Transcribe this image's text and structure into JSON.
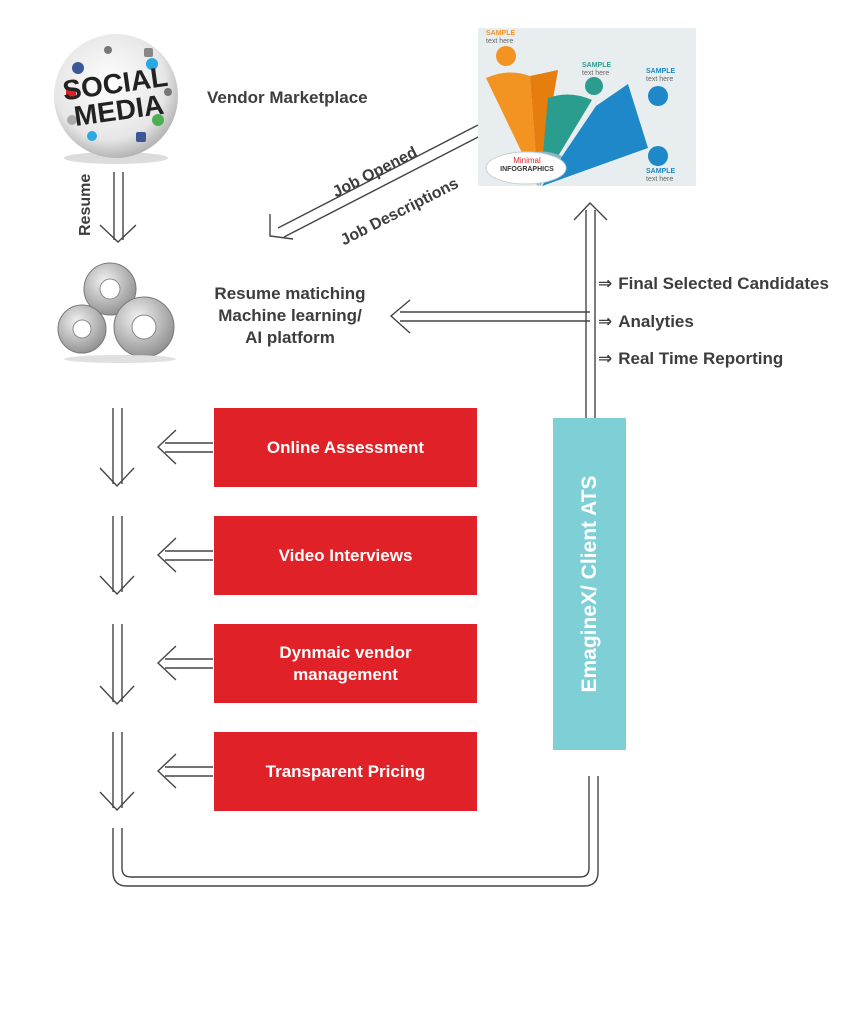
{
  "social_media": {
    "line1": "SOCIAL",
    "line2": "MEDIA"
  },
  "infographic": {
    "sample_1": "SAMPLE",
    "sample_1_sub": "text here",
    "sample_2": "SAMPLE",
    "sample_2_sub": "text here",
    "sample_3": "SAMPLE",
    "sample_3_sub": "text here",
    "sample_4": "SAMPLE",
    "sample_4_sub": "text here",
    "minimal": "Minimal",
    "title": "INFOGRAPHICS"
  },
  "labels": {
    "vendor_marketplace": "Vendor Marketplace",
    "resume": "Resume",
    "job_opened": "Job Opened",
    "job_descriptions": "Job Descriptions",
    "matching_line1": "Resume matiching",
    "matching_line2": "Machine learning/",
    "matching_line3": "AI platform"
  },
  "steps": [
    {
      "label": "Online Assessment"
    },
    {
      "label": "Video Interviews"
    },
    {
      "label_line1": "Dynmaic vendor",
      "label_line2": "management"
    },
    {
      "label": "Transparent Pricing"
    }
  ],
  "ats": {
    "label": "EmagineX/ Client ATS"
  },
  "outputs": [
    "Final Selected Candidates",
    "Analyties",
    "Real Time Reporting"
  ],
  "colors": {
    "red": "#e02127",
    "teal": "#7ed0d6",
    "text": "#3d3d3d"
  }
}
